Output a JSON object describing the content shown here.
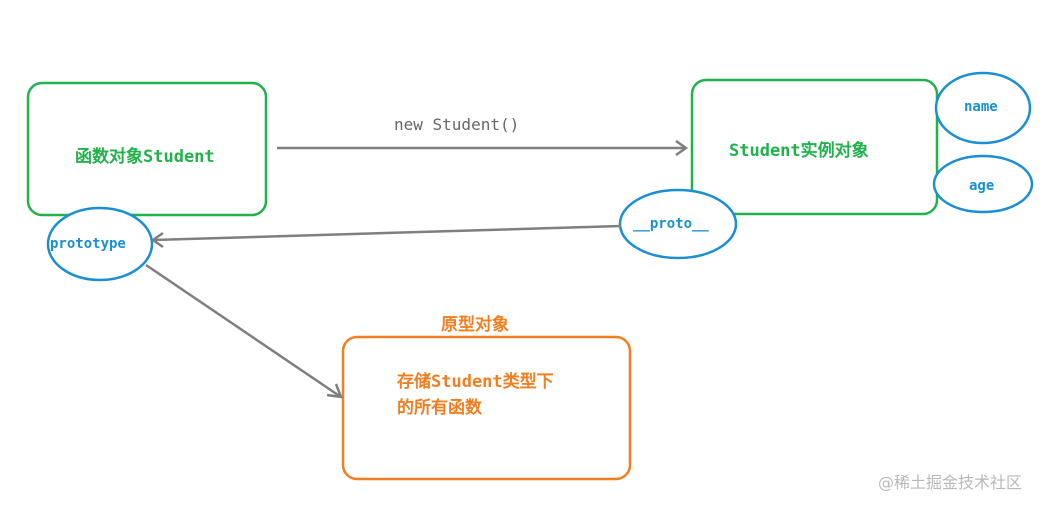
{
  "nodes": {
    "student_function": "函数对象Student",
    "student_instance": "Student实例对象",
    "prototype_object_line1": "存储Student类型下",
    "prototype_object_line2": "的所有函数",
    "prototype_object_title": "原型对象"
  },
  "ellipses": {
    "prototype": "prototype",
    "proto": "__proto__",
    "name": "name",
    "age": "age"
  },
  "edges": {
    "new_label": "new Student()"
  },
  "watermark": "@稀土掘金技术社区",
  "colors": {
    "green": "#22b14c",
    "blue": "#1a8fd1",
    "orange": "#f07f22",
    "arrow": "#7f7f7f"
  }
}
